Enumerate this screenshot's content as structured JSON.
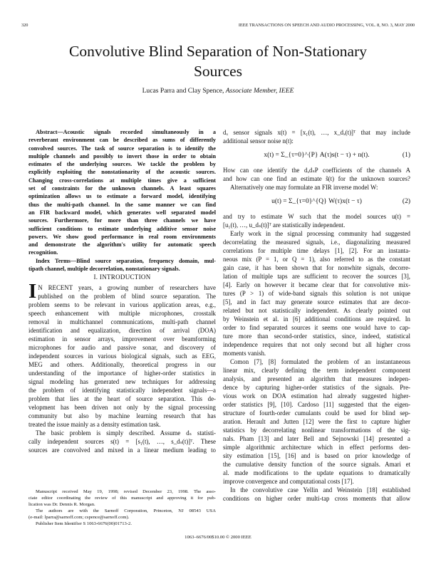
{
  "header": {
    "page_number": "320",
    "journal": "IEEE TRANSACTIONS ON SPEECH AND AUDIO PROCESSING, VOL. 8, NO. 3, MAY 2000"
  },
  "title": {
    "line1": "Convolutive Blind Separation of Non-Stationary",
    "line2": "Sources"
  },
  "authors": {
    "names": "Lucas Parra and Clay Spence, ",
    "affiliation": "Associate Member, IEEE"
  },
  "abstract": {
    "lines": [
      "Abstract—Acoustic signals recorded simultaneously in a",
      "reverberant environment can be described as sums of differently",
      "convolved sources. The task of source separation is to identify the",
      "multiple channels and possibly to invert those in order to obtain",
      "estimates of the underlying sources. We tackle the problem by",
      "explicitly exploiting the nonstationarity of the acoustic sources.",
      "Changing cross-correlations at multiple times give a sufficient",
      "set of constraints for the unknown channels. A least squares",
      "optimization allows us to estimate a forward model, identifying",
      "thus the multi-path channel. In the same manner we can find",
      "an FIR backward model, which generates well separated model",
      "sources. Furthermore, for more than three channels we have",
      "sufficient conditions to estimate underlying additive sensor noise",
      "powers. We show good performance in real room environments",
      "and demonstrate the algorithm's utility for automatic speech",
      "recognition."
    ],
    "index_terms": [
      "Index Terms—Blind source separation, frequency domain, mul-",
      "tipath channel, multiple decorrelation, nonstationary signals."
    ]
  },
  "introduction": {
    "heading": "I. INTRODUCTION",
    "drop_cap": "I",
    "paragraph1": [
      "N RECENT years, a growing number of researchers have",
      "published on the problem of blind source separation. The",
      "problem seems to be relevant in various application areas, e.g.,",
      "speech enhancement with multiple microphones, crosstalk",
      "removal in multichannel communications, multi-path channel",
      "identification and equalization, direction of arrival (DOA)",
      "estimation in sensor arrays, improvement over beamforming",
      "microphones for audio and passive sonar, and discovery of",
      "independent sources in various biological signals, such as EEG,",
      "MEG and others. Additionally, theoretical progress in our",
      "understanding of the importance of higher-order statistics in",
      "signal modeling has generated new techniques for addressing",
      "the problem of identifying statistically independent signals—a",
      "problem that lies at the heart of source separation. This de-",
      "velopment has been driven not only by the signal processing",
      "community but also by machine learning research that has",
      "treated the issue mainly as a density estimation task."
    ],
    "paragraph2": [
      "The basic problem is simply described. Assume dₛ statisti-",
      "cally independent sources s(t) = [s₁(t), …, s_dₛ(t)]ᵀ. These",
      "sources are convolved and mixed in a linear medium leading to"
    ]
  },
  "right_column": {
    "intro_lines": [
      "dₓ sensor signals x(t) = [x₁(t), …, x_dₓ(t)]ᵀ that may include",
      "additional sensor noise n(t):"
    ],
    "equation1": {
      "text": "x(t) = Σ_{τ=0}^{P} A(τ)s(t − τ) + n(t).",
      "number": "(1)"
    },
    "mid_lines": [
      "How can one identify the dₓdₛP coefficients of the channels A",
      "and how can one find an estimate ŝ(t) for the unknown sources?",
      "Alternatively one may formulate an FIR inverse model W:"
    ],
    "equation2": {
      "text": "u(t) = Σ_{τ=0}^{Q} W(τ)x(t − τ)",
      "number": "(2)"
    },
    "after_eq2": [
      "and try to estimate W such that the model sources u(t) =",
      "[u₁(t), …, u_dₛ(t)]ᵀ are statistically independent."
    ],
    "early_work": [
      "Early work in the signal processing community had suggested",
      "decorrelating the measured signals, i.e., diagonalizing measured",
      "correlations for multiple time delays [1], [2]. For an instanta-",
      "neous mix (P = 1, or Q = 1), also referred to as the constant",
      "gain case, it has been shown that for nonwhite signals, decorre-",
      "lation of multiple taps are sufficient to recover the sources [3],",
      "[4]. Early on however it became clear that for convolutive mix-",
      "tures (P > 1) of wide-band signals this solution is not unique",
      "[5], and in fact may generate source estimates that are decor-",
      "related but not statistically independent. As clearly pointed out",
      "by Weinstein et al. in [6] additional conditions are required. In",
      "order to find separated sources it seems one would have to cap-",
      "ture more than second-order statistics, since, indeed, statistical",
      "independence requires that not only second but all higher cross",
      "moments vanish."
    ],
    "comon": [
      "Comon [7], [8] formulated the problem of an instantaneous",
      "linear mix, clearly defining the term independent component",
      "analysis, and presented an algorithm that measures indepen-",
      "dence by capturing higher-order statistics of the signals. Pre-",
      "vious work on DOA estimation had already suggested higher-",
      "order statistics [9], [10]. Cardoso [11] suggested that the eigen-",
      "structure of fourth-order cumulants could be used for blind sep-",
      "aration. Herault and Jutten [12] were the first to capture higher",
      "statistics by decorrelating nonlinear transformations of the sig-",
      "nals. Pham [13] and later Bell and Sejnowski [14] presented a",
      "simple algorithmic architecture which in effect performs den-",
      "sity estimation [15], [16] and is based on prior knowledge of",
      "the cumulative density function of the source signals. Amari et",
      "al. made modifications to the update equations to dramatically",
      "improve convergence and computational costs [17]."
    ],
    "convolutive": [
      "In the convolutive case Yellin and Weinstein [18] established",
      "conditions on higher order multi-tap cross moments that allow"
    ]
  },
  "footnotes": {
    "received": [
      "Manuscript received May 19, 1998; revised December 23, 1998. The asso-",
      "ciate editor coordinating the review of this manuscript and approving it for pub-",
      "lication was Dr. Dennis R. Morgan."
    ],
    "authors": [
      "The authors are with the Sarnoff Corporation, Princeton, NJ 08543 USA",
      "(e-mail: lparra@sarnoff.com; cspence@sarnoff.com)."
    ],
    "pii": [
      "Publisher Item Identifier S 1063-6676(00)01713-2."
    ]
  },
  "footer": {
    "copyright": "1063–6676/00$10.00 © 2000 IEEE"
  }
}
